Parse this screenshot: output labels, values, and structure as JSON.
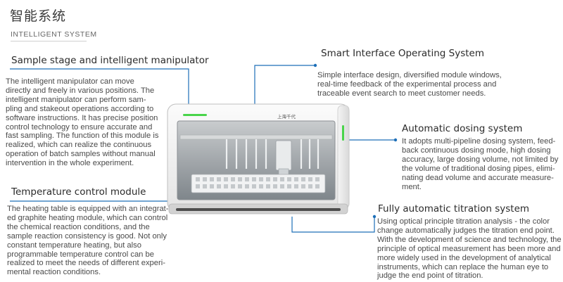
{
  "header": {
    "title_cn": "智能系统",
    "title_en": "INTELLIGENT SYSTEM"
  },
  "machine": {
    "brand_label": "上海千代"
  },
  "colors": {
    "accent_blue": "#1d6fb8",
    "indicator_green": "#49d44a"
  },
  "features": {
    "sample_stage": {
      "title": "Sample stage and intelligent manipulator",
      "lines": [
        "The intelligent manipulator can move",
        "directly and freely in various positions. The",
        "intelligent manipulator can perform sam-",
        "pling and stakeout operations according to",
        "software instructions. It has precise position",
        "control technology to ensure accurate and",
        "fast sampling. The function of this module is",
        "realized, which can realize the continuous",
        "operation of batch samples without manual",
        "intervention in the whole experiment."
      ]
    },
    "interface_os": {
      "title": "Smart Interface Operating System",
      "lines": [
        "Simple interface design, diversified module windows,",
        "real-time feedback of the experimental process and",
        "traceable event search to meet customer needs."
      ]
    },
    "dosing": {
      "title": "Automatic dosing system",
      "lines": [
        "It adopts multi-pipeline dosing system, feed-",
        "back continuous dosing mode, high dosing",
        "accuracy, large dosing volume, not limited by",
        "the volume of traditional dosing pipes, elimi-",
        "nating dead volume and accurate measure-",
        "ment."
      ]
    },
    "temperature": {
      "title": "Temperature control module",
      "lines": [
        "The heating table is equipped with an integrat-",
        "ed graphite heating module, which can control",
        "the chemical reaction conditions, and the",
        "sample reaction consistency is good. Not only",
        "constant temperature heating, but also",
        "programmable temperature control can be",
        "realized to meet the needs of different experi-",
        "mental reaction conditions."
      ]
    },
    "titration": {
      "title": "Fully automatic titration system",
      "lines": [
        "Using optical principle titration analysis - the color",
        "change automatically judges the titration end point.",
        "With the development of science and technology, the",
        "principle of optical measurement has been more and",
        "more widely used in the development of analytical",
        "instruments, which can replace the human eye to",
        "judge the end point of titration."
      ]
    }
  }
}
